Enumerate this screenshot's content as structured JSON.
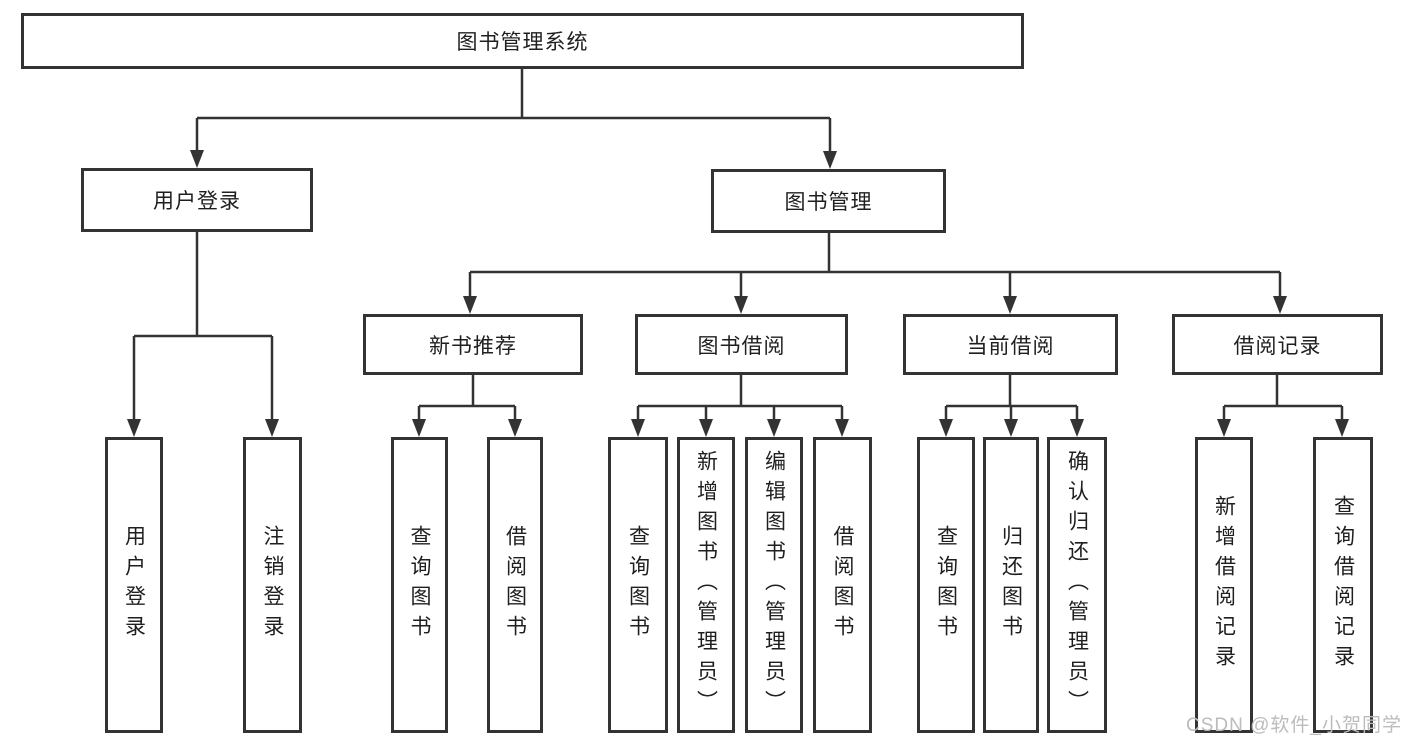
{
  "diagram": {
    "type": "tree",
    "nodes": {
      "root": "图书管理系统",
      "user_login": "用户登录",
      "book_mgmt": "图书管理",
      "login": "用户登录",
      "logout": "注销登录",
      "new_book_rec": "新书推荐",
      "book_borrow": "图书借阅",
      "current_borrow": "当前借阅",
      "borrow_record": "借阅记录",
      "nbr_query": "查询图书",
      "nbr_borrow": "借阅图书",
      "bb_query": "查询图书",
      "bb_add": "新增图书（管理员）",
      "bb_edit": "编辑图书（管理员）",
      "bb_borrow": "借阅图书",
      "cb_query": "查询图书",
      "cb_return": "归还图书",
      "cb_confirm": "确认归还（管理员）",
      "br_add": "新增借阅记录",
      "br_query": "查询借阅记录"
    },
    "hierarchy": {
      "图书管理系统": {
        "用户登录": [
          "用户登录",
          "注销登录"
        ],
        "图书管理": {
          "新书推荐": [
            "查询图书",
            "借阅图书"
          ],
          "图书借阅": [
            "查询图书",
            "新增图书（管理员）",
            "编辑图书（管理员）",
            "借阅图书"
          ],
          "当前借阅": [
            "查询图书",
            "归还图书",
            "确认归还（管理员）"
          ],
          "借阅记录": [
            "新增借阅记录",
            "查询借阅记录"
          ]
        }
      }
    },
    "colors": {
      "line": "#333333",
      "box_border": "#333333",
      "box_fill": "#ffffff",
      "text": "#1f1f1f",
      "background": "#ffffff"
    }
  },
  "watermark": {
    "text": "CSDN @软件_小贺同学",
    "color": "#bcbcbc"
  }
}
